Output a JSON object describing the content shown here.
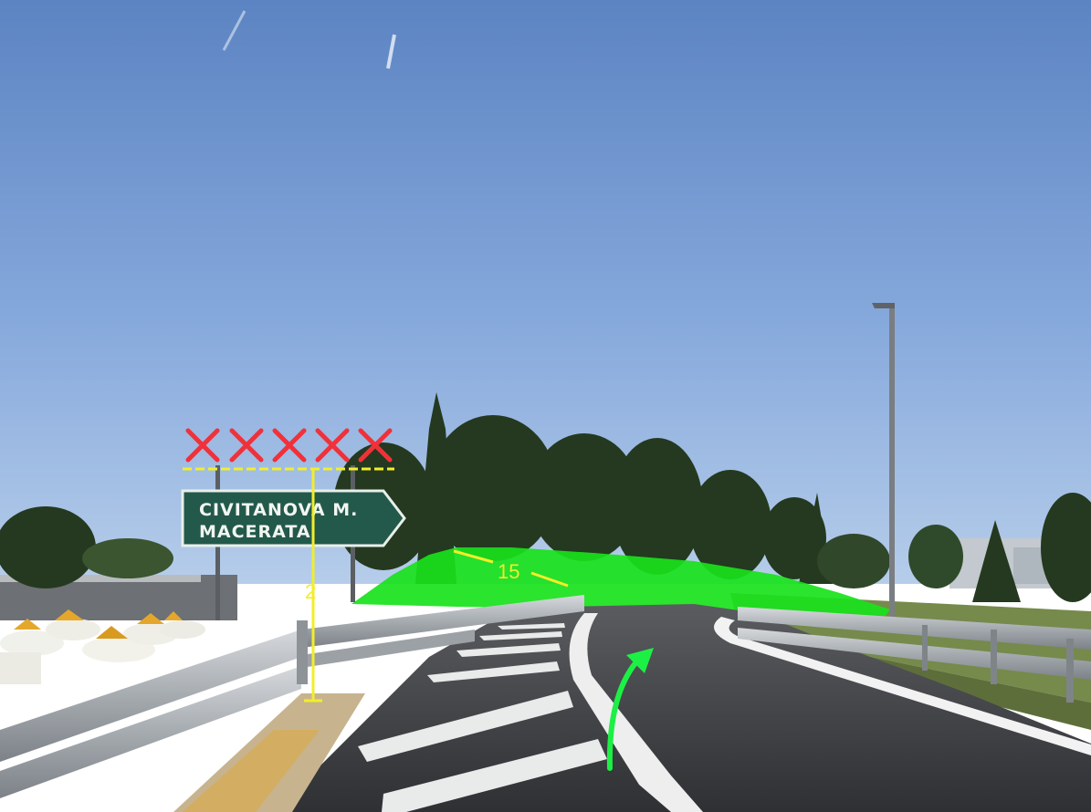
{
  "sign": {
    "line1": "CIVITANOVA M.",
    "line2": "MACERATA"
  },
  "annotations": {
    "height_label": "2",
    "length_label": "15",
    "cross_count": 5
  },
  "colors": {
    "sign_green": "#23594a",
    "annotation_yellow": "#f2ee2a",
    "cross_red": "#f0313a",
    "overlay_green": "#19e21b",
    "arrow_green": "#1df045",
    "sky_top": "#5d86c4",
    "sky_bottom": "#a9c6e8"
  }
}
